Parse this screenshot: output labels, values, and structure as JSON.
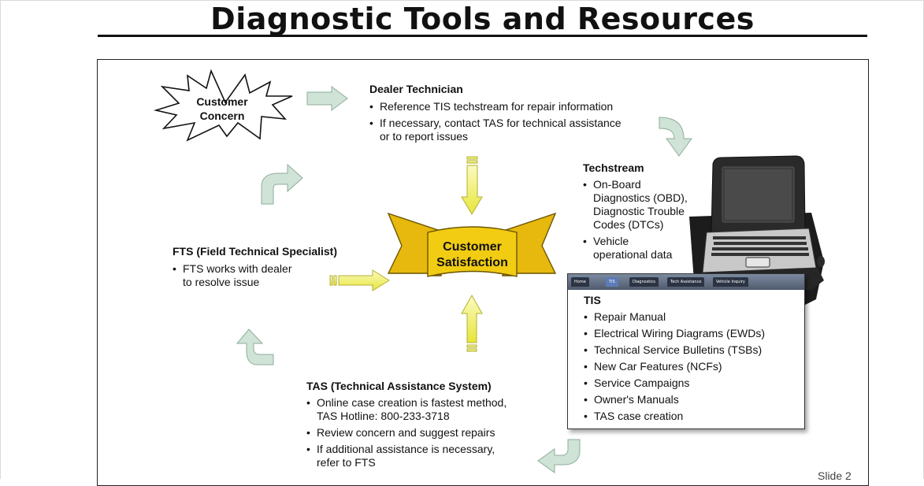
{
  "title": "Diagnostic Tools and Resources",
  "customer_concern": {
    "line1": "Customer",
    "line2": "Concern"
  },
  "satisfaction": {
    "line1": "Customer",
    "line2": "Satisfaction"
  },
  "dealer": {
    "heading": "Dealer Technician",
    "items": [
      "Reference TIS techstream for repair information",
      "If necessary, contact TAS for technical assistance",
      "or to report issues"
    ]
  },
  "techstream": {
    "heading": "Techstream",
    "items": [
      {
        "lines": [
          "On-Board",
          "Diagnostics (OBD),",
          "Diagnostic Trouble",
          "Codes (DTCs)"
        ]
      },
      {
        "lines": [
          "Vehicle",
          "operational data"
        ]
      }
    ]
  },
  "fts": {
    "heading": "FTS (Field Technical Specialist)",
    "item_line1": "FTS works with dealer",
    "item_line2": "to resolve issue"
  },
  "tas": {
    "heading": "TAS (Technical Assistance System)",
    "item1_line1": "Online case creation is fastest method,",
    "item1_line2": "TAS Hotline: 800-233-3718",
    "item2": "Review concern and suggest repairs",
    "item3_line1": "If additional assistance is necessary,",
    "item3_line2": "refer to FTS"
  },
  "tis": {
    "heading": "TIS",
    "tabs": [
      "Home",
      "TIS",
      "Diagnostics",
      "Tech Assistance",
      "Vehicle Inquiry"
    ],
    "items": [
      "Repair Manual",
      "Electrical Wiring Diagrams (EWDs)",
      "Technical Service Bulletins (TSBs)",
      "New Car Features (NCFs)",
      "Service Campaigns",
      "Owner's Manuals",
      "TAS case creation"
    ]
  },
  "slide_label": "Slide 2",
  "colors": {
    "arrow_fill": "#cfe3d6",
    "arrow_stroke": "#8fae9b",
    "yellow": "#f2cc12",
    "yellow_arrow": "#f4f27a"
  }
}
